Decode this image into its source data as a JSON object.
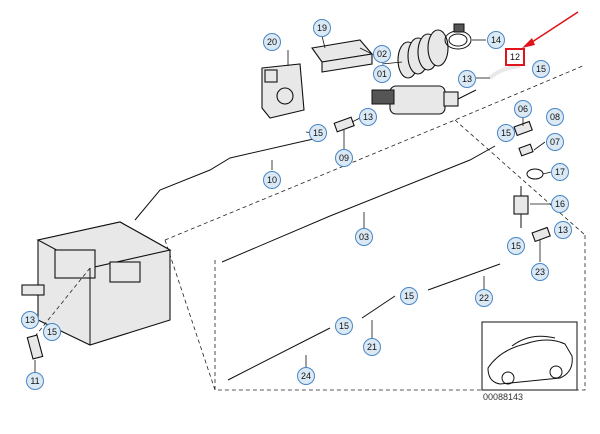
{
  "highlight_color": "#e0151b",
  "callout_fill": "#dbe9f5",
  "callout_stroke": "#4a86c5",
  "reference_number": "00088143",
  "callouts": [
    {
      "id": "c20",
      "label": "20"
    },
    {
      "id": "c19",
      "label": "19"
    },
    {
      "id": "c02",
      "label": "02"
    },
    {
      "id": "c01",
      "label": "01"
    },
    {
      "id": "c14",
      "label": "14"
    },
    {
      "id": "c12",
      "label": "12",
      "highlighted": true
    },
    {
      "id": "c15a",
      "label": "15"
    },
    {
      "id": "c13a",
      "label": "13"
    },
    {
      "id": "c13b",
      "label": "13"
    },
    {
      "id": "c15b",
      "label": "15"
    },
    {
      "id": "c09",
      "label": "09"
    },
    {
      "id": "c06",
      "label": "06"
    },
    {
      "id": "c08",
      "label": "08"
    },
    {
      "id": "c15c",
      "label": "15"
    },
    {
      "id": "c07",
      "label": "07"
    },
    {
      "id": "c10",
      "label": "10"
    },
    {
      "id": "c17",
      "label": "17"
    },
    {
      "id": "c16",
      "label": "16"
    },
    {
      "id": "c13c",
      "label": "13"
    },
    {
      "id": "c03",
      "label": "03"
    },
    {
      "id": "c15d",
      "label": "15"
    },
    {
      "id": "c23",
      "label": "23"
    },
    {
      "id": "c22",
      "label": "22"
    },
    {
      "id": "c15e",
      "label": "15"
    },
    {
      "id": "c15f",
      "label": "15"
    },
    {
      "id": "c21",
      "label": "21"
    },
    {
      "id": "c13d",
      "label": "13"
    },
    {
      "id": "c15g",
      "label": "15"
    },
    {
      "id": "c11",
      "label": "11"
    },
    {
      "id": "c24",
      "label": "24"
    }
  ]
}
